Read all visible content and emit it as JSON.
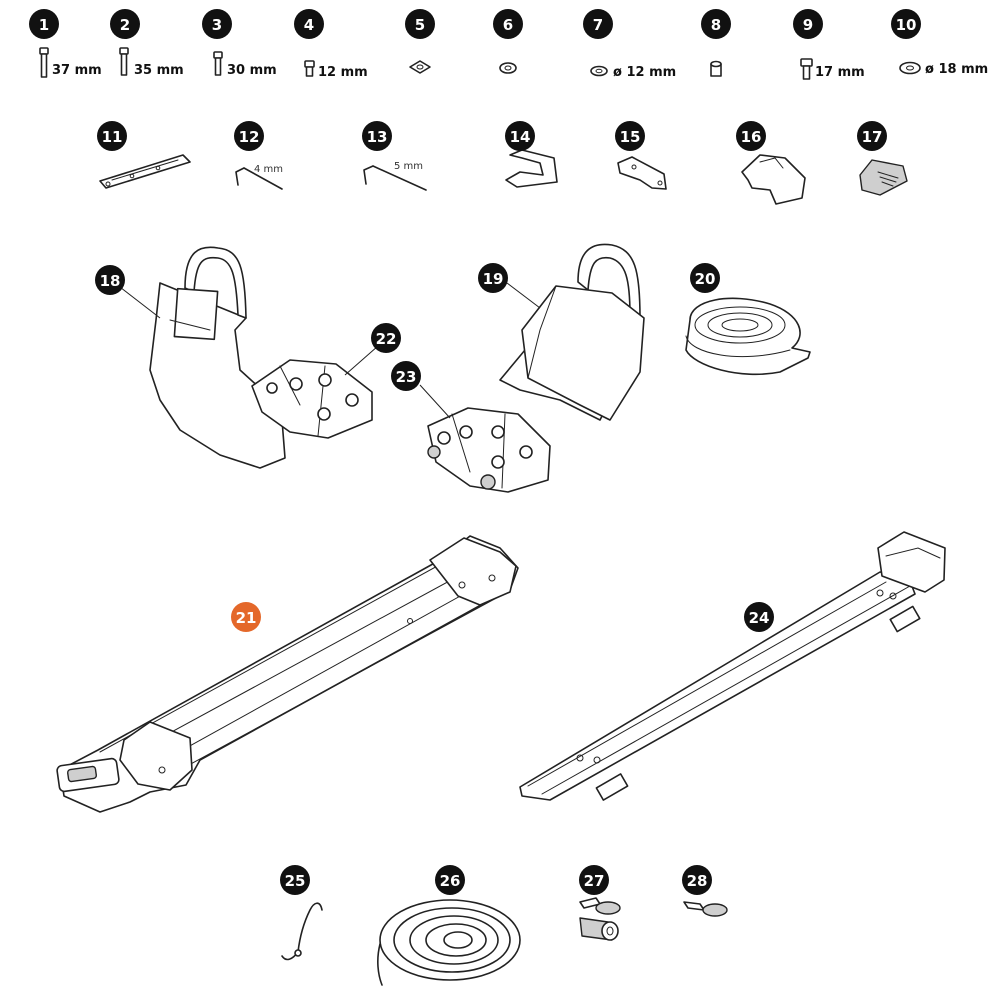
{
  "colors": {
    "badge": "#111111",
    "highlight_badge": "#e4682a",
    "line": "#222222",
    "part_fill": "#ffffff"
  },
  "parts": [
    {
      "number": "1",
      "label": "37 mm"
    },
    {
      "number": "2",
      "label": "35 mm"
    },
    {
      "number": "3",
      "label": "30 mm"
    },
    {
      "number": "4",
      "label": "12 mm"
    },
    {
      "number": "5",
      "label": ""
    },
    {
      "number": "6",
      "label": ""
    },
    {
      "number": "7",
      "label": "ø 12 mm"
    },
    {
      "number": "8",
      "label": ""
    },
    {
      "number": "9",
      "label": "17 mm"
    },
    {
      "number": "10",
      "label": "ø 18 mm"
    },
    {
      "number": "11",
      "label": ""
    },
    {
      "number": "12",
      "label": "4 mm"
    },
    {
      "number": "13",
      "label": "5 mm"
    },
    {
      "number": "14",
      "label": ""
    },
    {
      "number": "15",
      "label": ""
    },
    {
      "number": "16",
      "label": ""
    },
    {
      "number": "17",
      "label": ""
    },
    {
      "number": "18",
      "label": ""
    },
    {
      "number": "19",
      "label": ""
    },
    {
      "number": "20",
      "label": ""
    },
    {
      "number": "21",
      "label": "",
      "highlighted": true
    },
    {
      "number": "22",
      "label": ""
    },
    {
      "number": "23",
      "label": ""
    },
    {
      "number": "24",
      "label": ""
    },
    {
      "number": "25",
      "label": ""
    },
    {
      "number": "26",
      "label": ""
    },
    {
      "number": "27",
      "label": ""
    },
    {
      "number": "28",
      "label": ""
    }
  ]
}
